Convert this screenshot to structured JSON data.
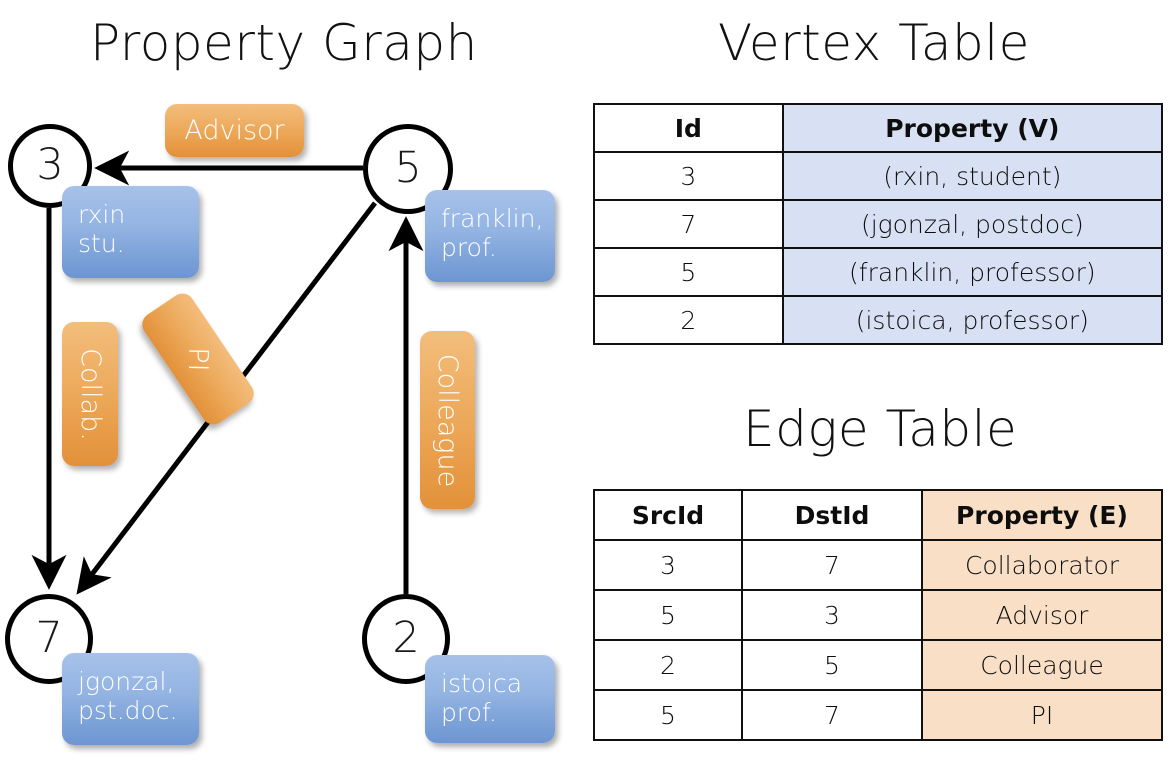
{
  "titles": {
    "property_graph": "Property Graph",
    "vertex_table": "Vertex Table",
    "edge_table": "Edge Table"
  },
  "graph": {
    "nodes": [
      {
        "id": "3",
        "property_label": "rxin\nstu."
      },
      {
        "id": "5",
        "property_label": "franklin,\nprof."
      },
      {
        "id": "7",
        "property_label": "jgonzal,\npst.doc."
      },
      {
        "id": "2",
        "property_label": "istoica\nprof."
      }
    ],
    "edge_labels": [
      {
        "name": "advisor",
        "text": "Advisor"
      },
      {
        "name": "collab",
        "text": "Collab."
      },
      {
        "name": "pi",
        "text": "PI"
      },
      {
        "name": "colleague",
        "text": "Colleague"
      }
    ]
  },
  "colors": {
    "vertex_cell": "#d7e1f3",
    "edge_cell": "#f8dfc6",
    "vertex_box": "#93b3e2",
    "edge_box": "#eda95c",
    "stroke": "#111111"
  },
  "vertex_table": {
    "headers": [
      "Id",
      "Property (V)"
    ],
    "rows": [
      [
        "3",
        "(rxin, student)"
      ],
      [
        "7",
        "(jgonzal, postdoc)"
      ],
      [
        "5",
        "(franklin, professor)"
      ],
      [
        "2",
        "(istoica, professor)"
      ]
    ]
  },
  "edge_table": {
    "headers": [
      "SrcId",
      "DstId",
      "Property (E)"
    ],
    "rows": [
      [
        "3",
        "7",
        "Collaborator"
      ],
      [
        "5",
        "3",
        "Advisor"
      ],
      [
        "2",
        "5",
        "Colleague"
      ],
      [
        "5",
        "7",
        "PI"
      ]
    ]
  }
}
